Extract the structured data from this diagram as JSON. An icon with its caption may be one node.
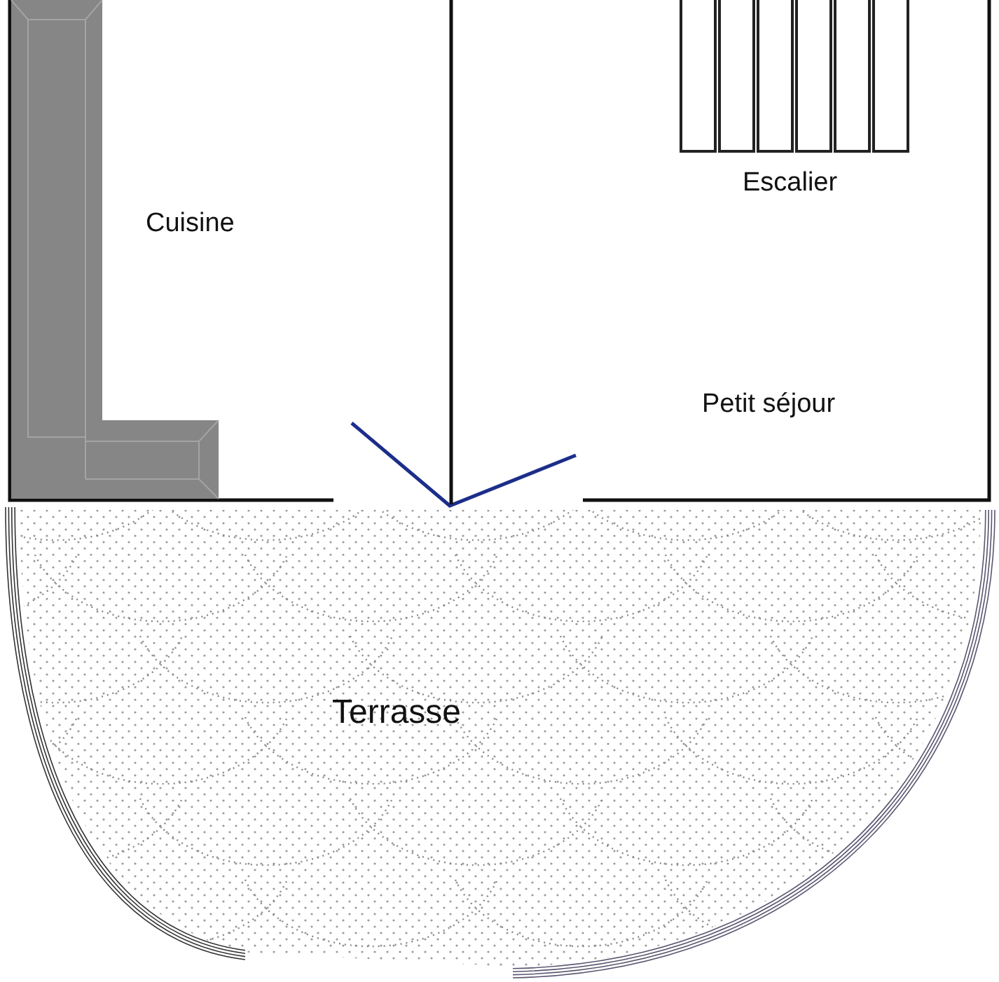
{
  "diagram": {
    "nodes": [
      {
        "text": [
          "Cuisine"
        ]
      },
      {
        "text": [
          "Petit séjour"
        ]
      },
      {
        "text": [
          "Escalier"
        ],
        "in": 1
      },
      {
        "text": [
          "Terrasse"
        ]
      }
    ]
  }
}
